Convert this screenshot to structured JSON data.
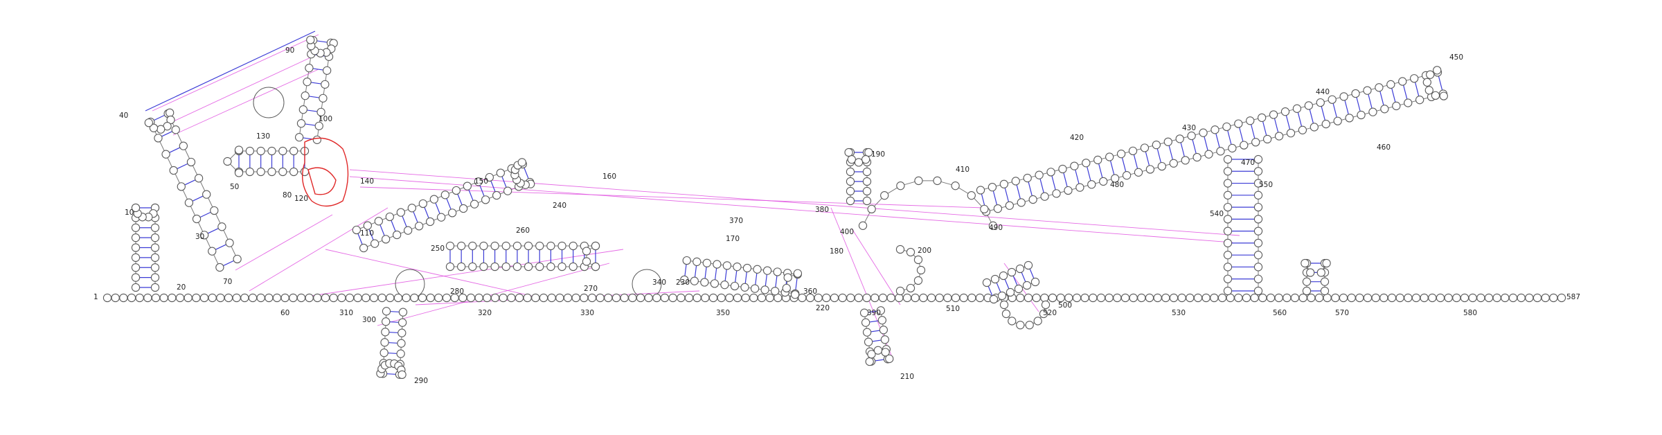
{
  "diagram": {
    "kind": "rna-secondary-structure",
    "sequence_length": 587,
    "colors": {
      "nucleotide_stroke": "#5a5a5a",
      "base_pair": "#3b3bd6",
      "pseudoknot_link": "#e04fe0",
      "highlight": "#e02828"
    },
    "position_labels": [
      "1",
      "10",
      "20",
      "30",
      "40",
      "50",
      "60",
      "70",
      "80",
      "90",
      "100",
      "110",
      "120",
      "130",
      "140",
      "150",
      "160",
      "170",
      "180",
      "190",
      "200",
      "210",
      "220",
      "230",
      "240",
      "250",
      "260",
      "270",
      "280",
      "290",
      "300",
      "310",
      "320",
      "330",
      "340",
      "350",
      "360",
      "370",
      "380",
      "390",
      "400",
      "410",
      "420",
      "430",
      "440",
      "450",
      "460",
      "470",
      "480",
      "490",
      "500",
      "510",
      "520",
      "530",
      "540",
      "550",
      "560",
      "570",
      "580",
      "587"
    ]
  }
}
